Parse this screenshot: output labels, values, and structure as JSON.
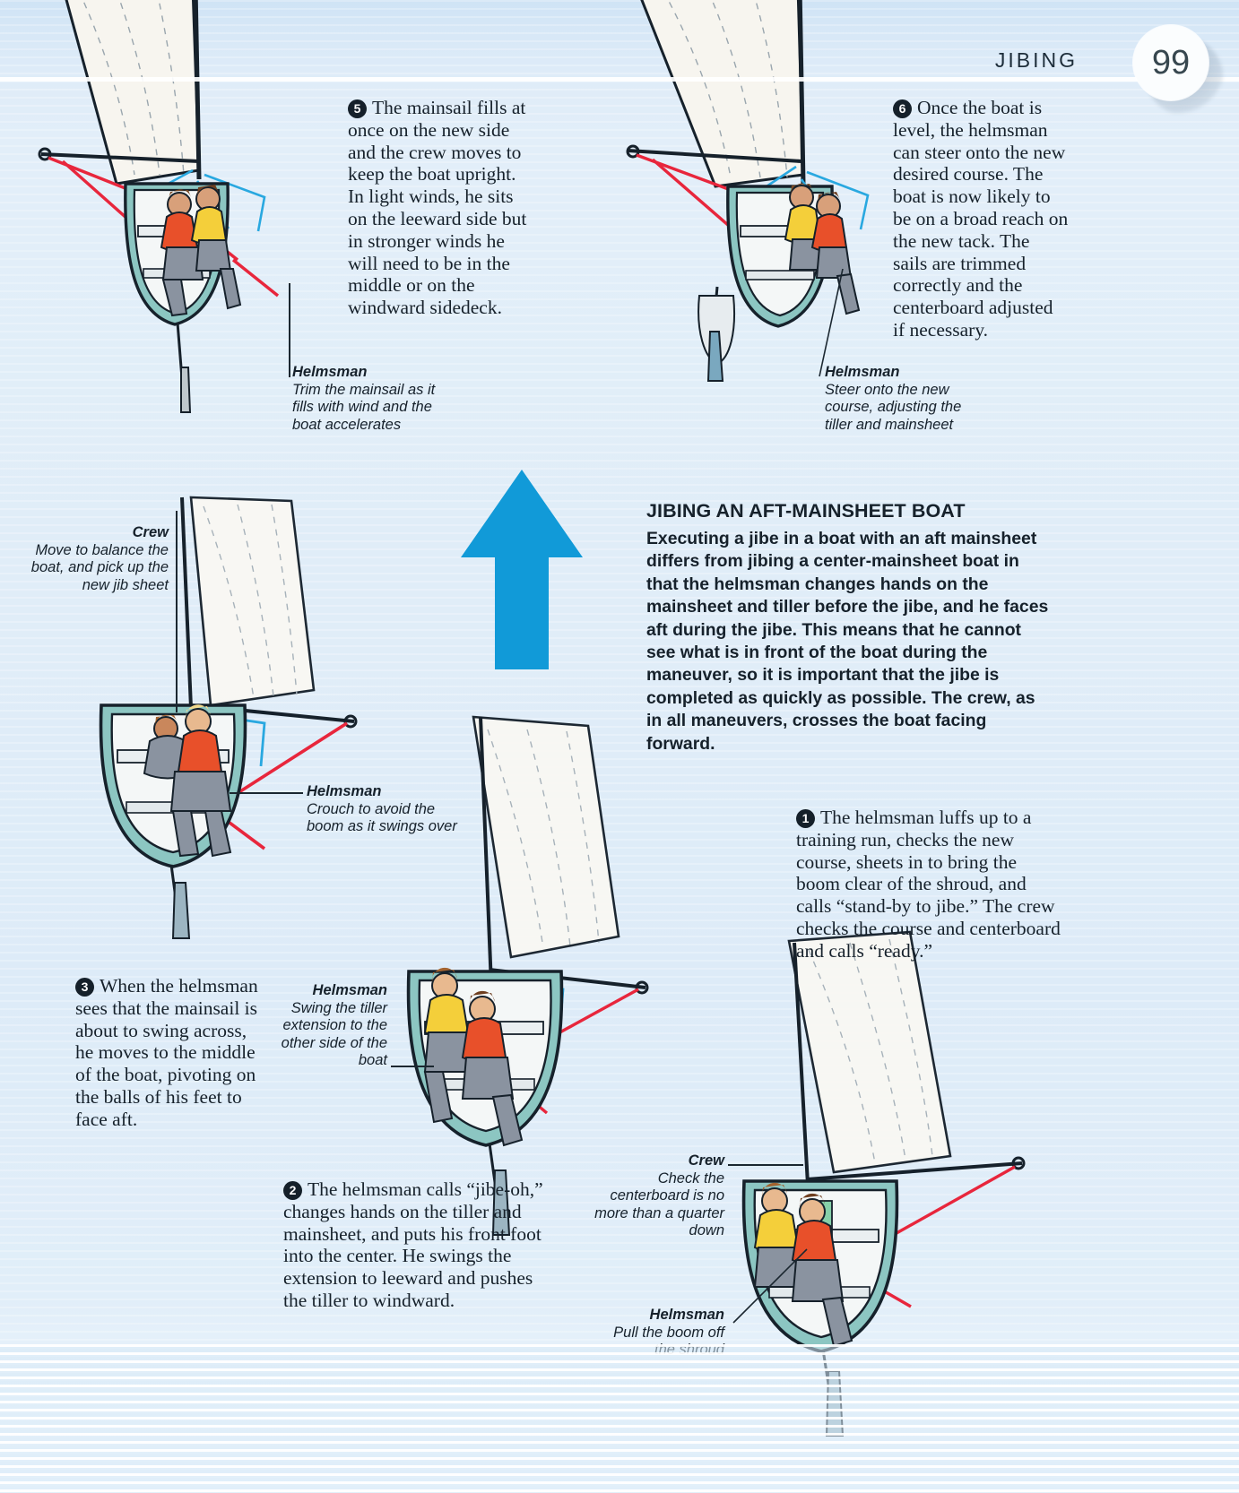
{
  "header": {
    "chapter_title": "JIBING",
    "page_number": "99"
  },
  "colors": {
    "page_background": "#dceaf7",
    "wind_arrow": "#119ad8",
    "hull_teal": "#7fc0bb",
    "rope_red": "#e8263c",
    "rope_blue": "#29a8e0",
    "sail_cream": "#f7f5ef",
    "ink": "#16212b",
    "vest_orange": "#e8502a",
    "vest_yellow": "#f4cf3a"
  },
  "section": {
    "heading": "JIBING AN AFT-MAINSHEET BOAT",
    "body": "Executing a jibe in a boat with an aft mainsheet differs from jibing a center-mainsheet boat in that the helmsman changes hands on the mainsheet and tiller before the jibe, and he faces aft during the jibe. This means that he cannot see what is in front of the boat during the maneuver, so it is important that the jibe is completed as quickly as possible. The crew, as in all maneuvers, crosses the boat facing forward."
  },
  "steps": [
    {
      "id": "step-1",
      "number": "1",
      "text": "The helmsman luffs up to a training run, checks the new course, sheets in to bring the boom clear of the shroud, and calls “stand-by to jibe.” The crew checks the course and centerboard and calls “ready.”"
    },
    {
      "id": "step-2",
      "number": "2",
      "text": "The helmsman calls “jibe-oh,” changes hands on the tiller and mainsheet, and puts his front foot into the center. He swings the extension to leeward and pushes the tiller to windward."
    },
    {
      "id": "step-3",
      "number": "3",
      "text": "When the helmsman sees that the mainsail is about to swing across, he moves to the middle of the boat, pivoting on the balls of his feet to face aft."
    },
    {
      "id": "step-5",
      "number": "5",
      "text": "The mainsail fills at once on the new side and the crew moves to keep the boat upright. In light winds, he sits on the leeward side but in stronger winds he will need to be in the middle or on the windward sidedeck."
    },
    {
      "id": "step-6",
      "number": "6",
      "text": "Once the boat is level, the helmsman can steer onto the new desired course. The boat is now likely to be on a broad reach on the new tack. The sails are trimmed correctly and the centerboard adjusted if necessary."
    }
  ],
  "callouts": [
    {
      "id": "callout-helmsman-trim",
      "role": "Helmsman",
      "instruction": "Trim the mainsail as it fills with wind and the boat accelerates"
    },
    {
      "id": "callout-helmsman-steer",
      "role": "Helmsman",
      "instruction": "Steer onto the new course, adjusting the tiller and mainsheet"
    },
    {
      "id": "callout-crew-balance",
      "role": "Crew",
      "instruction": "Move to balance the boat, and pick up the new jib sheet"
    },
    {
      "id": "callout-helmsman-crouch",
      "role": "Helmsman",
      "instruction": "Crouch to avoid the boom as it swings over"
    },
    {
      "id": "callout-helmsman-swing",
      "role": "Helmsman",
      "instruction": "Swing the tiller extension to the other side of the boat"
    },
    {
      "id": "callout-crew-centerboard",
      "role": "Crew",
      "instruction": "Check the centerboard is no more than a quarter down"
    },
    {
      "id": "callout-helmsman-boom",
      "role": "Helmsman",
      "instruction": "Pull the boom off the shroud"
    }
  ],
  "illustrations": [
    {
      "id": "boat-step-5",
      "label": "dinghy-front-view-crew-and-helmsman"
    },
    {
      "id": "boat-step-6",
      "label": "dinghy-front-view-broad-reach"
    },
    {
      "id": "boat-step-4",
      "label": "dinghy-front-view-crouching-crew"
    },
    {
      "id": "boat-step-2",
      "label": "dinghy-front-view-helmsman-changing-hands"
    },
    {
      "id": "boat-step-1",
      "label": "dinghy-front-view-training-run"
    }
  ],
  "wind_arrow": {
    "label": "wind-direction-arrow",
    "direction": "up"
  }
}
